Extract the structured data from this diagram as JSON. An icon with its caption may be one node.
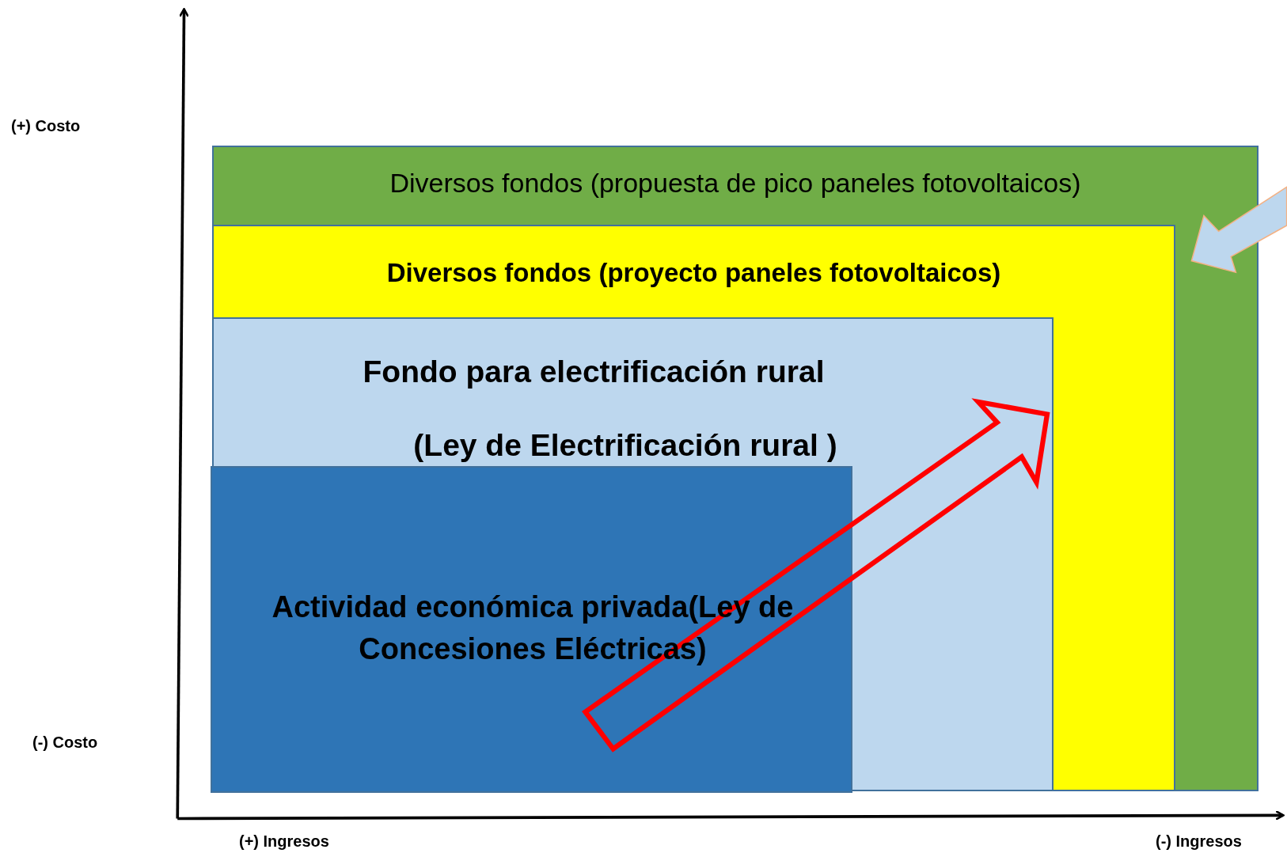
{
  "diagram": {
    "nodes": [
      {
        "text": [
          "Diversos fondos (propuesta de pico paneles fotovoltaicos)"
        ]
      },
      {
        "text": [
          "Diversos fondos (proyecto  paneles fotovoltaicos)"
        ],
        "in": 0
      },
      {
        "text": [
          "Fondo para electrificación rural",
          "(Ley de Electrificación rural )"
        ],
        "in": 1
      },
      {
        "text": [
          "Actividad económica privada(Ley de Concesiones Eléctricas)"
        ],
        "in": 2
      }
    ],
    "labels": [
      "(+) Costo",
      "(-) Costo",
      "(+) Ingresos",
      "(-) Ingresos"
    ]
  }
}
